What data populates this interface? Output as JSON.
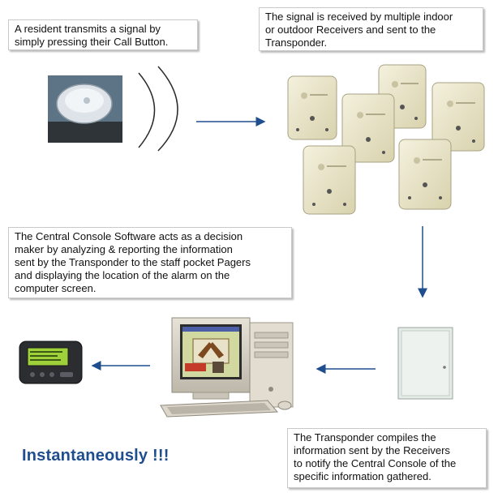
{
  "captions": {
    "resident": "A resident transmits a signal by\nsimply pressing their Call Button.",
    "receivers": "The signal is received by multiple indoor\nor outdoor Receivers and sent to the\nTransponder.",
    "console": "The Central Console Software acts as a decision\nmaker by analyzing & reporting the information\nsent by the Transponder to the staff pocket Pagers\nand displaying the location of the alarm on the\ncomputer screen.",
    "transponder": "The Transponder compiles the\ninformation sent by the Receivers\nto notify the Central Console of the\nspecific information gathered."
  },
  "tagline": "Instantaneously !!!",
  "colors": {
    "arrow": "#1f4e8f",
    "tagline": "#1f4e8f",
    "receiver_body": "#e9e4c4",
    "pager_screen": "#9fd23a"
  },
  "icons": [
    "call-button-icon",
    "signal-wave-icon",
    "receiver-unit-icon",
    "transponder-cabinet-icon",
    "computer-console-icon",
    "pager-icon"
  ]
}
